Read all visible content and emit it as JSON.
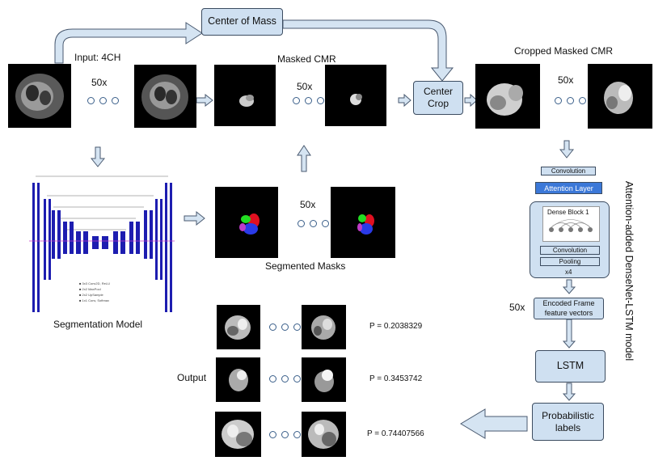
{
  "boxes": {
    "center_of_mass": "Center of Mass",
    "center_crop_line1": "Center",
    "center_crop_line2": "Crop",
    "lstm": "LSTM",
    "prob_line1": "Probabilistic",
    "prob_line2": "labels",
    "encoded_line1": "Encoded Frame",
    "encoded_line2": "feature vectors"
  },
  "labels": {
    "input": "Input: 4CH",
    "masked_cmr": "Masked CMR",
    "cropped_masked_cmr": "Cropped Masked CMR",
    "segmented_masks": "Segmented Masks",
    "segmentation_model": "Segmentation Model",
    "output": "Output",
    "model_title": "Attention-added DenseNet-LSTM model",
    "count_50x": "50x"
  },
  "densenet": {
    "convolution": "Convolution",
    "attention_layer": "Attention Layer",
    "dense_block": "Dense Block 1",
    "convolution2": "Convolution",
    "pooling": "Pooling",
    "repeat": "x4"
  },
  "outputs": [
    {
      "p": "P = 0.2038329"
    },
    {
      "p": "P = 0.3453742"
    },
    {
      "p": "P = 0.74407566"
    }
  ],
  "colors": {
    "box_fill": "#cfe0f1",
    "box_border": "#3c4c60",
    "attention_fill": "#3b78d8",
    "unet_blue": "#1d1db0",
    "mask_red": "#e01020",
    "mask_green": "#22dd22",
    "mask_blue": "#2a3ae8",
    "mask_magenta": "#c03cc8"
  },
  "icons": [
    "hollow-arrow-right",
    "hollow-arrow-down",
    "hollow-arrow-up",
    "hollow-arrow-left",
    "dots-ellipsis-icon"
  ]
}
